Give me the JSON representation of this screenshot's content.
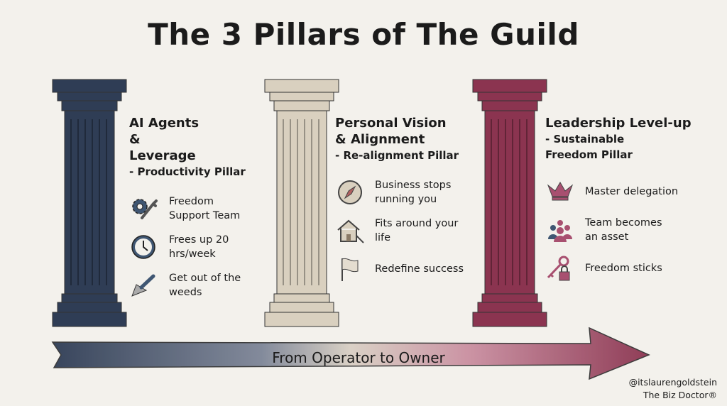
{
  "title": "The 3 Pillars of The Guild",
  "colors": {
    "navy": "#2f3d55",
    "beige": "#d9d0bf",
    "maroon": "#8b3450"
  },
  "pillars": [
    {
      "heading": "AI Agents & Leverage",
      "subtitle": "- Productivity Pillar",
      "items": [
        {
          "icon": "gear-wrench-icon",
          "text": "Freedom Support Team"
        },
        {
          "icon": "clock-icon",
          "text": "Frees up 20 hrs/week"
        },
        {
          "icon": "trowel-icon",
          "text": "Get out of the weeds"
        }
      ]
    },
    {
      "heading": "Personal Vision & Alignment",
      "subtitle": "- Re-alignment Pillar",
      "items": [
        {
          "icon": "compass-icon",
          "text": "Business stops running you"
        },
        {
          "icon": "house-key-icon",
          "text": "Fits around your life"
        },
        {
          "icon": "flag-icon",
          "text": "Redefine success"
        }
      ]
    },
    {
      "heading": "Leadership Level-up",
      "subtitle": "- Sustainable Freedom Pillar",
      "items": [
        {
          "icon": "crown-icon",
          "text": "Master delegation"
        },
        {
          "icon": "team-icon",
          "text": "Team becomes an asset"
        },
        {
          "icon": "key-lock-icon",
          "text": "Freedom sticks"
        }
      ]
    }
  ],
  "arrow_label": "From Operator to Owner",
  "credit": {
    "handle": "@itslaurengoldstein",
    "brand": "The Biz Doctor®"
  }
}
